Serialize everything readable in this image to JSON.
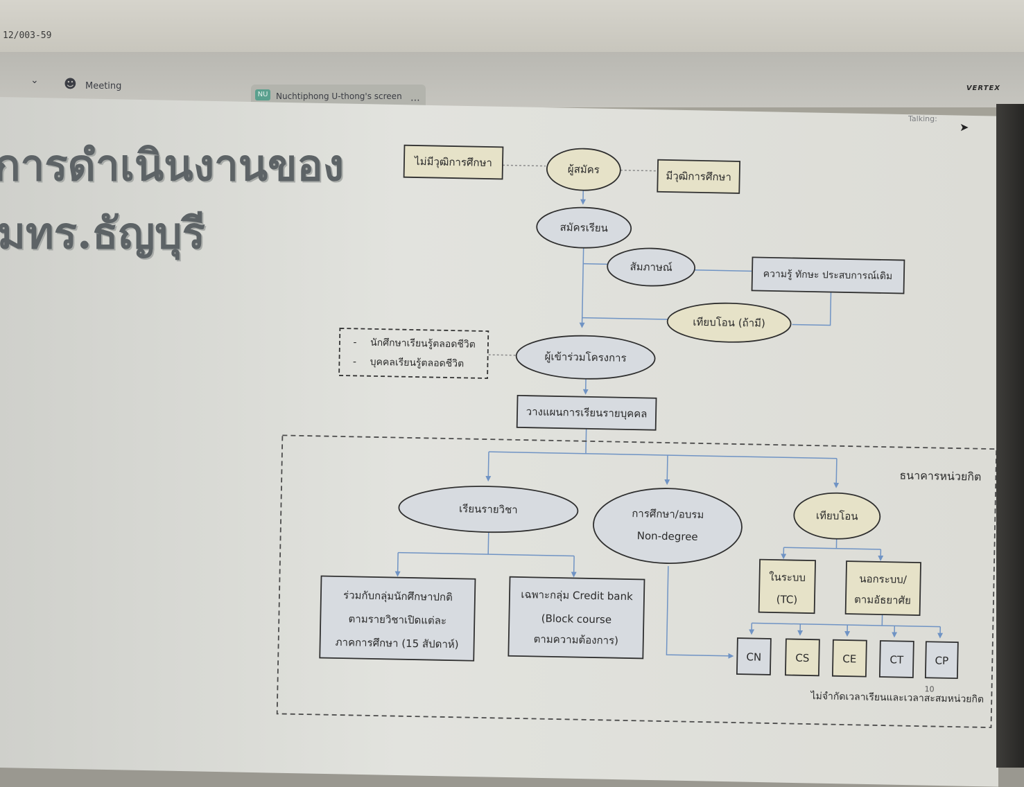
{
  "stamp": "12/003-59",
  "toolbar": {
    "meeting_label": "Meeting",
    "screen_owner_badge": "NU",
    "screen_owner_label": "Nuchtiphong U-thong's screen",
    "talking_label": "Talking:",
    "brand": "VERTEX"
  },
  "slide": {
    "title_line1": "การดำเนินงานของ",
    "title_line2": "มทร.ธัญบุรี",
    "page_number": "10"
  },
  "diagram": {
    "no_degree": "ไม่มีวุฒิการศึกษา",
    "applicant": "ผู้สมัคร",
    "has_degree": "มีวุฒิการศึกษา",
    "enroll": "สมัครเรียน",
    "interview": "สัมภาษณ์",
    "prior_knowledge": "ความรู้ ทักษะ ประสบการณ์เดิม",
    "transfer_if_any": "เทียบโอน (ถ้ามี)",
    "lifelong_student": "นักศึกษาเรียนรู้ตลอดชีวิต",
    "lifelong_person": "บุคคลเรียนรู้ตลอดชีวิต",
    "dash": "-",
    "participant": "ผู้เข้าร่วมโครงการ",
    "plan": "วางแผนการเรียนรายบุคคล",
    "credit_bank": "ธนาคารหน่วยกิต",
    "by_course": "เรียนรายวิชา",
    "training_1": "การศึกษา/อบรม",
    "training_2": "Non-degree",
    "transfer": "เทียบโอน",
    "in_system_1": "ในระบบ",
    "in_system_2": "(TC)",
    "out_system_1": "นอกระบบ/",
    "out_system_2": "ตามอัธยาศัย",
    "regular_1": "ร่วมกับกลุ่มนักศึกษาปกติ",
    "regular_2": "ตามรายวิชาเปิดแต่ละ",
    "regular_3": "ภาคการศึกษา (15 สัปดาห์)",
    "cb_group_1": "เฉพาะกลุ่ม Credit bank",
    "cb_group_2": "(Block course",
    "cb_group_3": "ตามความต้องการ)",
    "codes": [
      "CN",
      "CS",
      "CE",
      "CT",
      "CP"
    ],
    "footnote": "ไม่จำกัดเวลาเรียนและเวลาสะสมหน่วยกิต",
    "colors": {
      "cream_fill": "#e6e2c8",
      "blue_fill": "#d7dbe0",
      "line_blue": "#6f93c4",
      "outline": "#2f2f2f"
    }
  }
}
